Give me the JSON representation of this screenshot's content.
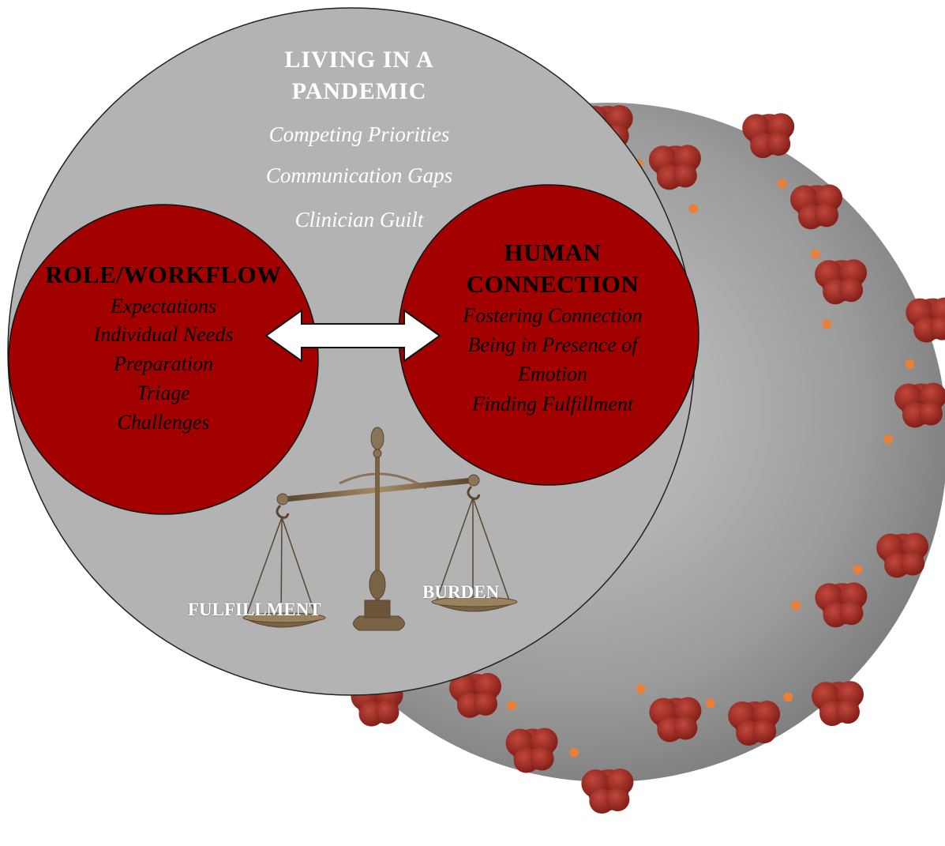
{
  "header": {
    "title_line1": "LIVING  IN  A",
    "title_line2": "PANDEMIC",
    "items": [
      "Competing Priorities",
      "Communication Gaps",
      "Clinician Guilt"
    ]
  },
  "left_circle": {
    "title": "ROLE/WORKFLOW",
    "items": [
      "Expectations",
      "Individual Needs",
      "Preparation",
      "Triage",
      "Challenges"
    ]
  },
  "right_circle": {
    "title_line1": "HUMAN",
    "title_line2": "CONNECTION",
    "items": [
      "Fostering Connection",
      "Being in Presence of",
      "Emotion",
      "Finding Fulfillment"
    ]
  },
  "scale": {
    "left_label": "FULFILLMENT",
    "right_label": "BURDEN"
  },
  "colors": {
    "big_circle": "#b3b3b3",
    "red_circle": "#a30000",
    "virus_body": "#9a9a9a",
    "spike": "#9e2a22",
    "spike_dot": "#e8803a",
    "scale_metal": "#7a6244"
  },
  "icons": [
    "coronavirus-image",
    "double-arrow-icon",
    "balance-scale-icon"
  ]
}
